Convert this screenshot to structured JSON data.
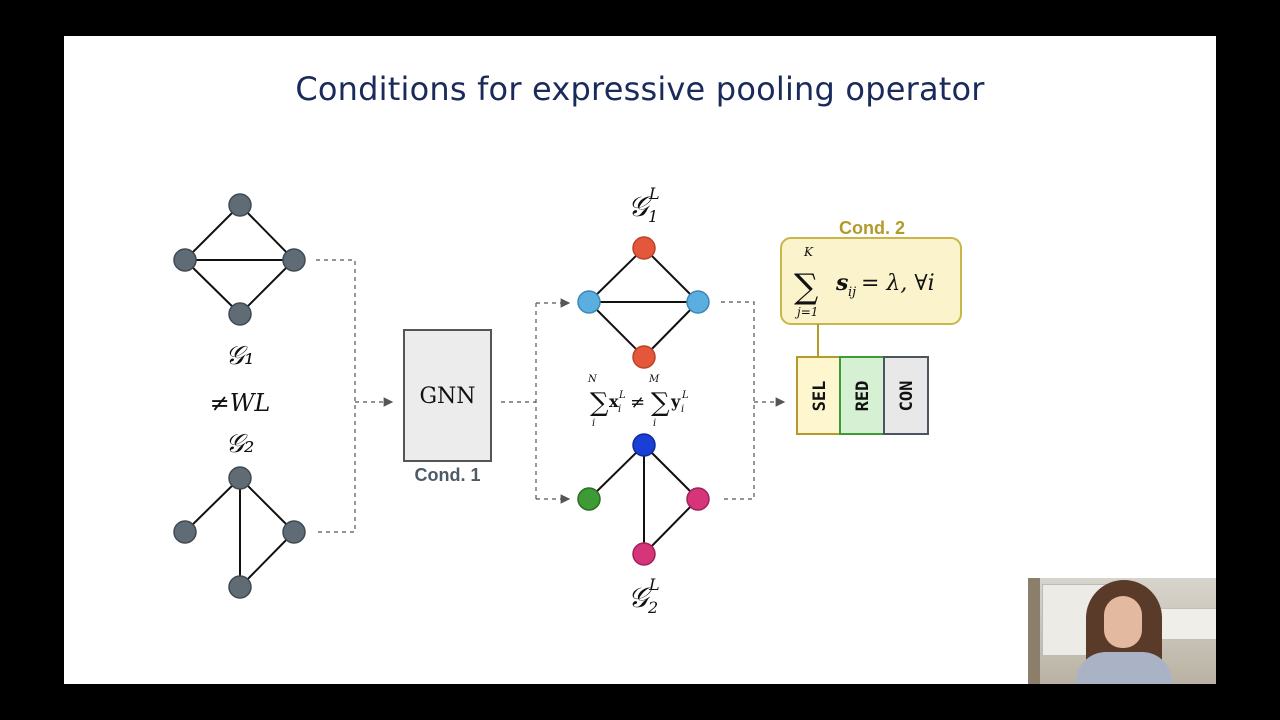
{
  "slide": {
    "title": "Conditions for expressive pooling operator"
  },
  "graphs": {
    "g1_label": "𝒢₁",
    "neq_wl": "≠WL",
    "g2_label": "𝒢₂",
    "g1L_label": "𝒢",
    "g1L_sub": "1",
    "g1L_sup": "L",
    "g2L_label": "𝒢",
    "g2L_sub": "2",
    "g2L_sup": "L"
  },
  "gnn": {
    "label": "GNN",
    "cond_label": "Cond. 1"
  },
  "embedding_equation": {
    "lhs_sum_top": "N",
    "lhs_sum_bottom": "i",
    "lhs_term": "x",
    "lhs_sub": "i",
    "lhs_sup": "L",
    "neq": "≠",
    "rhs_sum_top": "M",
    "rhs_sum_bottom": "i",
    "rhs_term": "y",
    "rhs_sub": "i",
    "rhs_sup": "L"
  },
  "cond2": {
    "label": "Cond. 2",
    "sum_top": "K",
    "sum_bottom": "j=1",
    "expression": "s",
    "expr_sub": "ij",
    "rhs": " = λ, ∀i"
  },
  "src_blocks": {
    "sel": "SEL",
    "red": "RED",
    "con": "CON"
  },
  "colors": {
    "node_gray": "#5f6b75",
    "node_orange": "#e5573a",
    "node_lightblue": "#5aaee0",
    "node_blue": "#1a3fd6",
    "node_green": "#3e9a35",
    "node_pink": "#d6357a",
    "cond_text": "#b39a2b",
    "cond_box_fill": "#fbf3cc",
    "cond_box_stroke": "#c8b64a",
    "sel_fill": "#fdf6cf",
    "red_fill": "#d6f0d3",
    "con_fill": "#e8e8e8",
    "title": "#1a2a5a"
  }
}
